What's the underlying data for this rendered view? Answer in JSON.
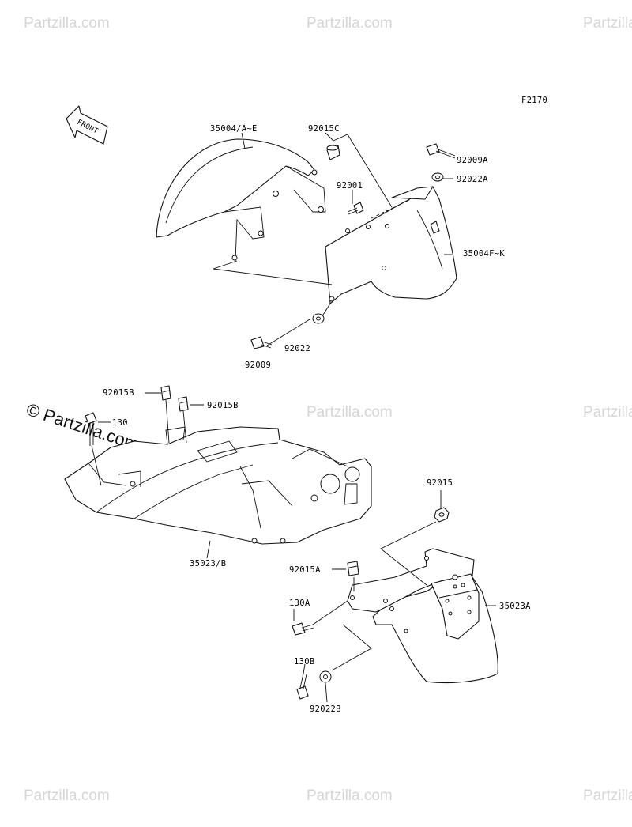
{
  "figure_code": "F2170",
  "front_arrow_text": "FRONT",
  "watermark": {
    "text": "Partzilla.com",
    "prominent_text": "© Partzilla.com"
  },
  "callouts": {
    "front_fender": "35004/A~E",
    "front_fender_rear": "35004F~K",
    "collar_92015c": "92015C",
    "bolt_92009a": "92009A",
    "washer_92022a": "92022A",
    "bolt_92001": "92001",
    "washer_92022": "92022",
    "bolt_92009": "92009",
    "nut_92015b_left": "92015B",
    "nut_92015b_right": "92015B",
    "bolt_130": "130",
    "rear_fender_inner": "35023/B",
    "nut_92015": "92015",
    "nut_92015a": "92015A",
    "bolt_130a": "130A",
    "rear_flap": "35023A",
    "bolt_130b": "130B",
    "washer_92022b": "92022B"
  }
}
